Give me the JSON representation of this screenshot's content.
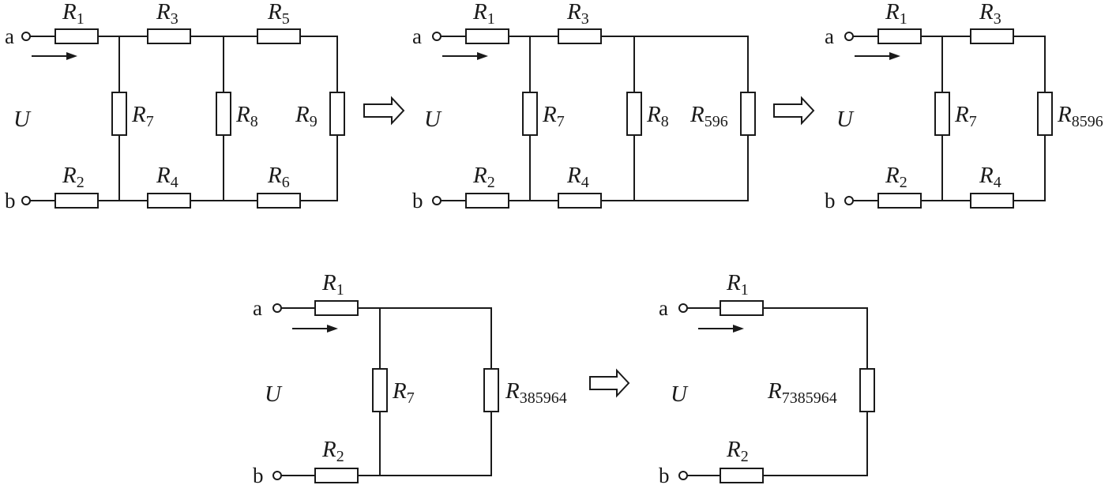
{
  "terminals": {
    "a": "a",
    "b": "b"
  },
  "voltage": "U",
  "R_symbol": "R",
  "subscripts": {
    "r1": "1",
    "r2": "2",
    "r3": "3",
    "r4": "4",
    "r5": "5",
    "r6": "6",
    "r7": "7",
    "r8": "8",
    "r9": "9",
    "r596": "596",
    "r8596": "8596",
    "r385964": "385964",
    "r7385964": "7385964"
  }
}
